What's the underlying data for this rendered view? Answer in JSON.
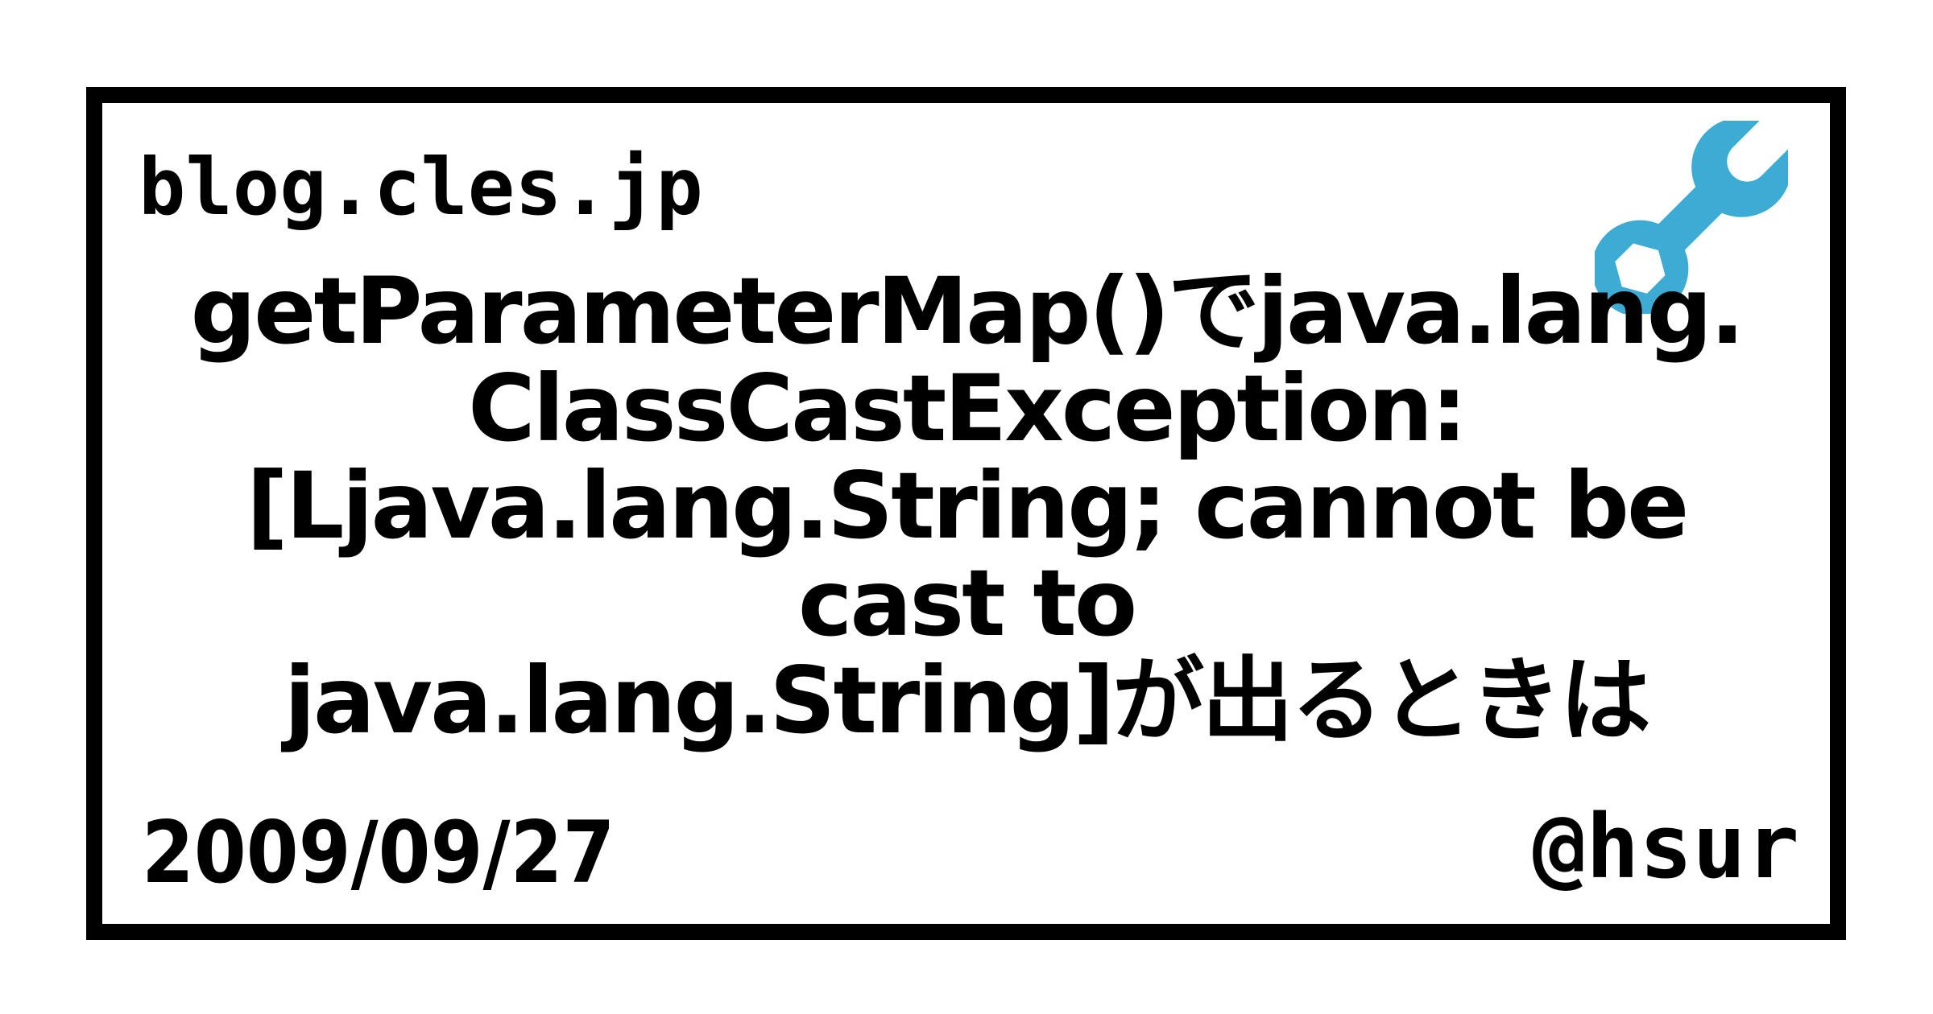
{
  "card": {
    "site": "blog.cles.jp",
    "icon": "wrench-icon",
    "icon_color": "#3DACD4",
    "border_color": "#000000",
    "title_lines": [
      "getParameterMap()でjava.lang.",
      "ClassCastException:",
      "[Ljava.lang.String; cannot be",
      "cast to",
      "java.lang.String]が出るときは"
    ],
    "date": "2009/09/27",
    "author": "@hsur"
  }
}
